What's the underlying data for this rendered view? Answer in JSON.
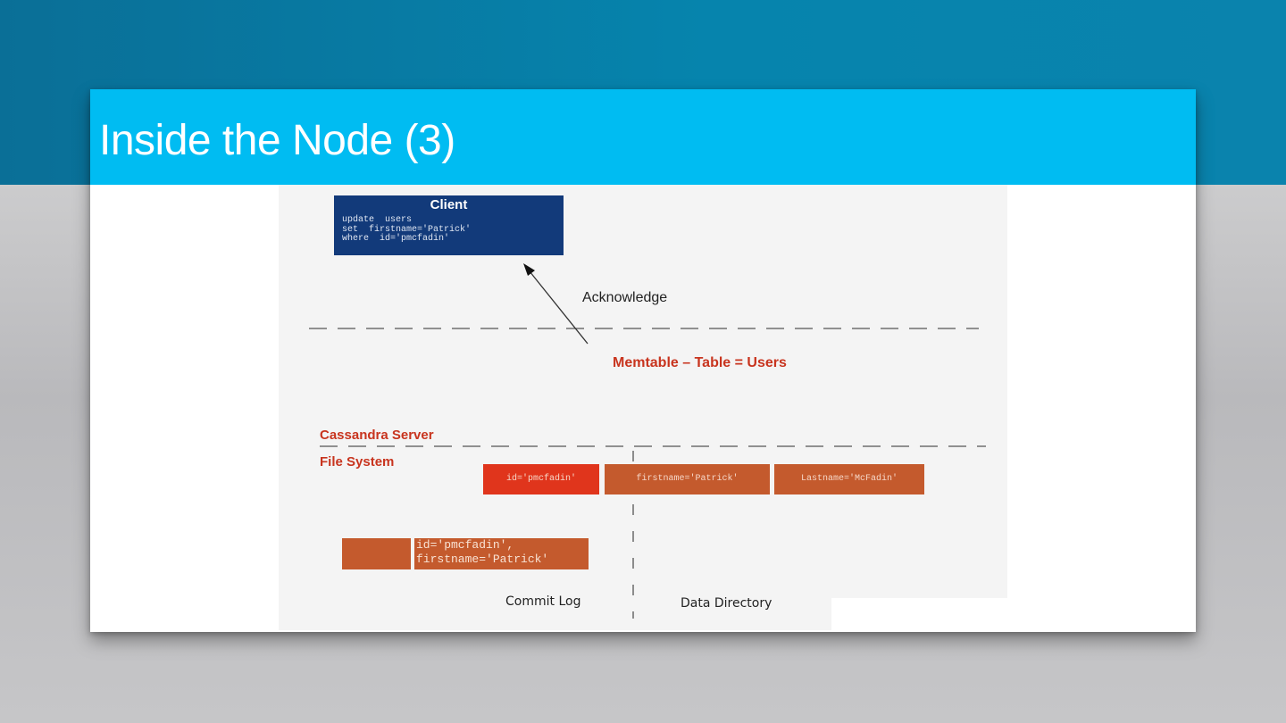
{
  "slide": {
    "title": "Inside the Node (3)"
  },
  "diagram": {
    "client": {
      "title": "Client",
      "code": "update  users\nset  firstname='Patrick'\nwhere  id='pmcfadin'"
    },
    "acknowledge_label": "Acknowledge",
    "memtable": {
      "title": "Memtable – Table = Users",
      "cells": [
        "id='pmcfadin'",
        "firstname='Patrick'",
        "Lastname='McFadin'"
      ]
    },
    "cassandra_server_label": "Cassandra Server",
    "file_system_label": "File System",
    "commit_log_entry": "id='pmcfadin',\nfirstname='Patrick'",
    "commit_log_label": "Commit Log",
    "data_directory_label": "Data Directory"
  },
  "colors": {
    "title_bar": "#00bcf2",
    "top_band": "#0684ad",
    "client_box": "#123a7a",
    "memtable_accent": "#e0351c",
    "memtable_cell": "#c45a2d",
    "label_red": "#c8341e"
  }
}
